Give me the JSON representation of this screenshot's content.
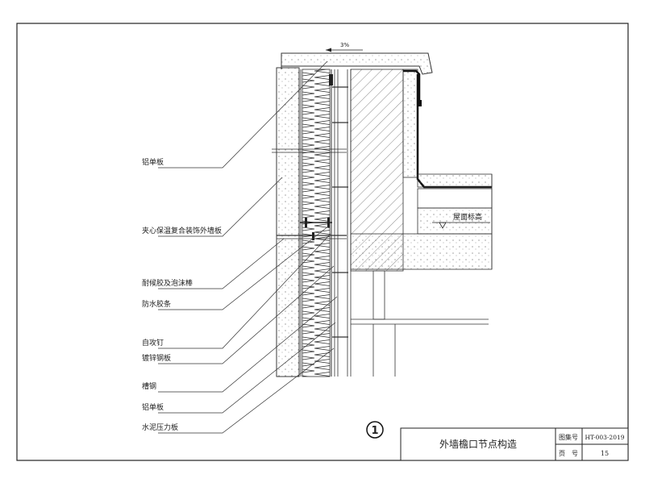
{
  "drawing": {
    "slope_label": "3%",
    "roof_label": "屋面标高",
    "detail_number": "1",
    "callouts": [
      "铝单板",
      "夹心保温复合装饰外墙板",
      "耐候胶及泡沫棒",
      "防水胶条",
      "自攻钉",
      "镀锌钢板",
      "槽钢",
      "铝单板",
      "水泥压力板"
    ]
  },
  "title_block": {
    "title": "外墙檐口节点构造",
    "atlas_label": "图集号",
    "atlas_value": "HT-003-2019",
    "page_label": "页　号",
    "page_value": "15"
  }
}
